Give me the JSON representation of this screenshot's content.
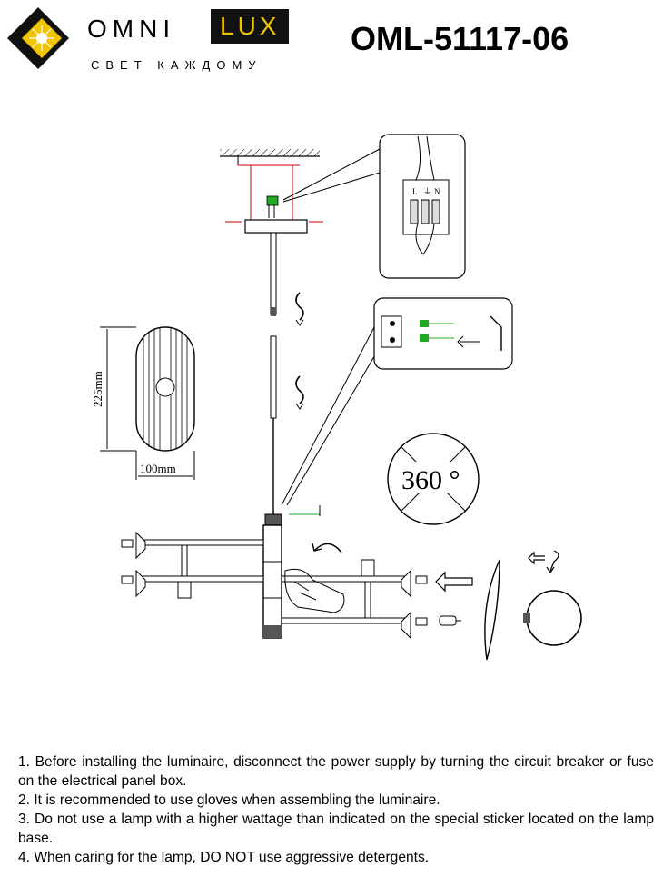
{
  "brand": {
    "name_part1": "OMNI",
    "name_part2": "LUX",
    "tagline": "СВЕТ КАЖДОМУ",
    "accent_color": "#f1c400"
  },
  "model": "OML-51117-06",
  "diagram": {
    "terminal_labels": [
      "L",
      "⏚",
      "N"
    ],
    "dimension_height": "225mm",
    "dimension_width": "100mm",
    "rotation_label": "360 °"
  },
  "instructions": [
    "1. Before installing the luminaire, disconnect the power supply by turning the circuit breaker or fuse on the electrical panel box.",
    "2. It is recommended to use gloves when assembling the luminaire.",
    "3. Do not use a lamp with a higher wattage than indicated on the special sticker located on the lamp base.",
    "4. When caring for the lamp, DO NOT use aggressive detergents."
  ]
}
